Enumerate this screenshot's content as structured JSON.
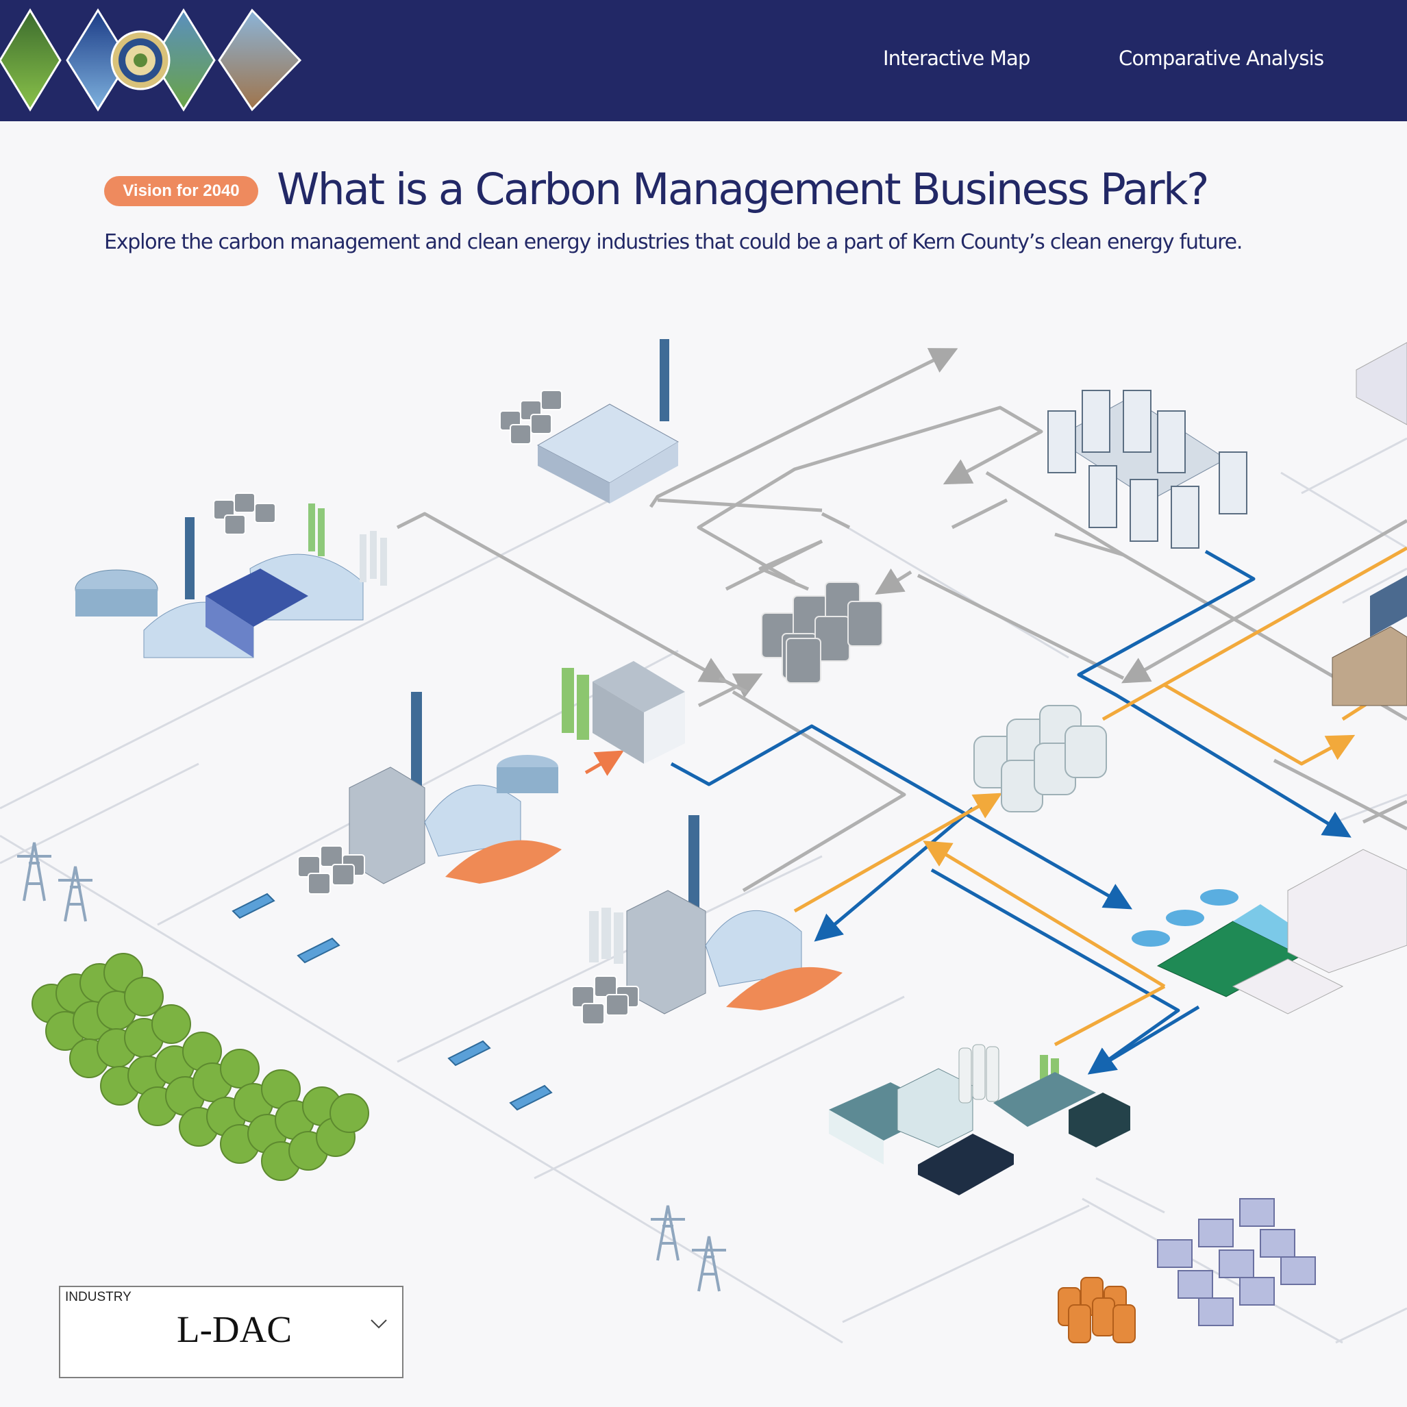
{
  "nav": {
    "interactive_map": "Interactive Map",
    "comparative_analysis": "Comparative Analysis"
  },
  "hero": {
    "badge": "Vision for 2040",
    "title": "What is a Carbon Management Business Park?",
    "subtitle": "Explore the carbon management and clean energy industries that could be a part of Kern County’s clean energy future."
  },
  "industry_select": {
    "label": "INDUSTRY",
    "value": "L-DAC"
  },
  "colors": {
    "header_bg": "#222866",
    "badge": "#ee8a5e",
    "title": "#222866",
    "flow_gray": "#b0b0b0",
    "flow_blue": "#1565b0",
    "flow_orange": "#f2a93b"
  },
  "icons": [
    "kern-county-seal-icon",
    "chevron-down-icon"
  ]
}
